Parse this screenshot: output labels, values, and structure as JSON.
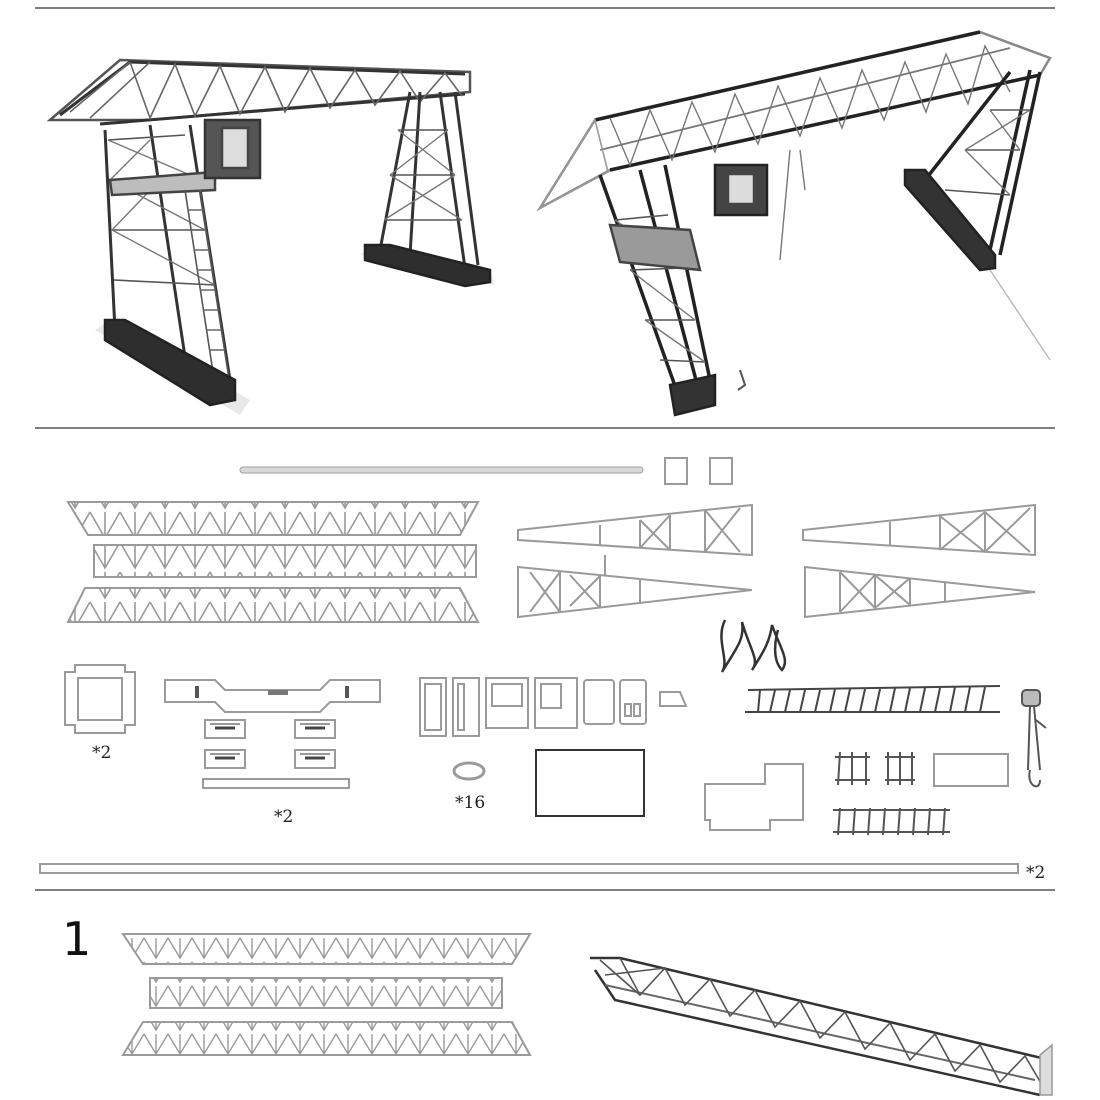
{
  "labels": {
    "qty_frame": "*2",
    "qty_bogie": "*2",
    "qty_ring": "*16",
    "qty_rail": "*2",
    "step_number": "1"
  },
  "colors": {
    "background": "#ffffff",
    "divider": "#555555",
    "part_outline": "#9a9a9a",
    "dark_steel": "#3a3a3a",
    "light_steel": "#8c8c8c"
  },
  "icons": {
    "crane_photo_front": "gantry-crane-model-front",
    "crane_photo_angle": "gantry-crane-model-angle",
    "assembled_girder": "assembled-truss-girder"
  }
}
